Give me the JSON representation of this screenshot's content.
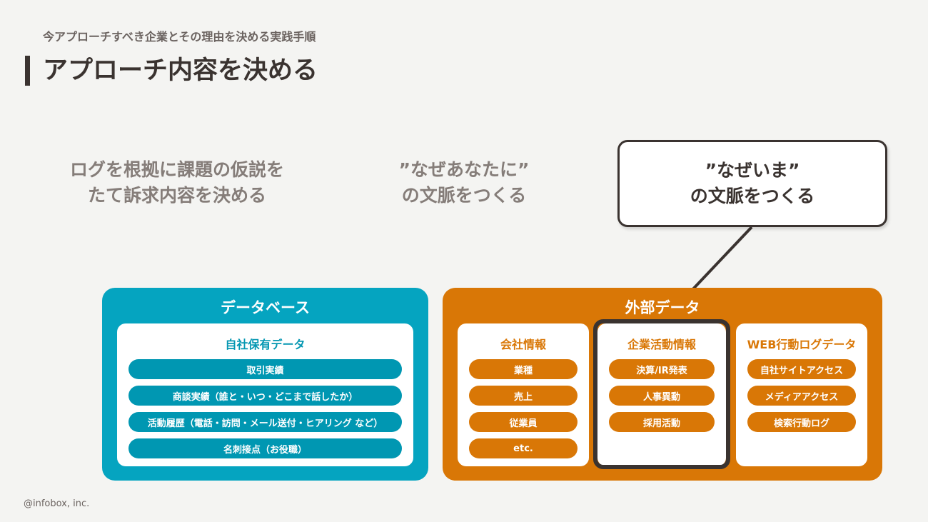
{
  "header": {
    "subtitle": "今アプローチすべき企業とその理由を決める実践手順",
    "title": "アプローチ内容を決める"
  },
  "captions": [
    {
      "line1": "ログを根拠に課題の仮説を",
      "line2": "たて訴求内容を決める"
    },
    {
      "line1": "”なぜあなたに”",
      "line2": "の文脈をつくる"
    }
  ],
  "callout": {
    "line1": "”なぜいま”",
    "line2": "の文脈をつくる"
  },
  "database": {
    "title": "データベース",
    "card": {
      "title": "自社保有データ",
      "items": [
        "取引実績",
        "商談実績（誰と・いつ・どこまで話したか）",
        "活動履歴（電話・訪問・メール送付・ヒアリング など）",
        "名刺接点（お役職）"
      ]
    }
  },
  "external": {
    "title": "外部データ",
    "cards": [
      {
        "title": "会社情報",
        "items": [
          "業種",
          "売上",
          "従業員",
          "etc."
        ]
      },
      {
        "title": "企業活動情報",
        "items": [
          "決算/IR発表",
          "人事異動",
          "採用活動"
        ]
      },
      {
        "title": "WEB行動ログデータ",
        "items": [
          "自社サイトアクセス",
          "メディアアクセス",
          "検索行動ログ"
        ]
      }
    ]
  },
  "footer": "@infobox, inc.",
  "colors": {
    "teal": "#05a4c0",
    "orange": "#d97706",
    "dark": "#3a3330"
  }
}
